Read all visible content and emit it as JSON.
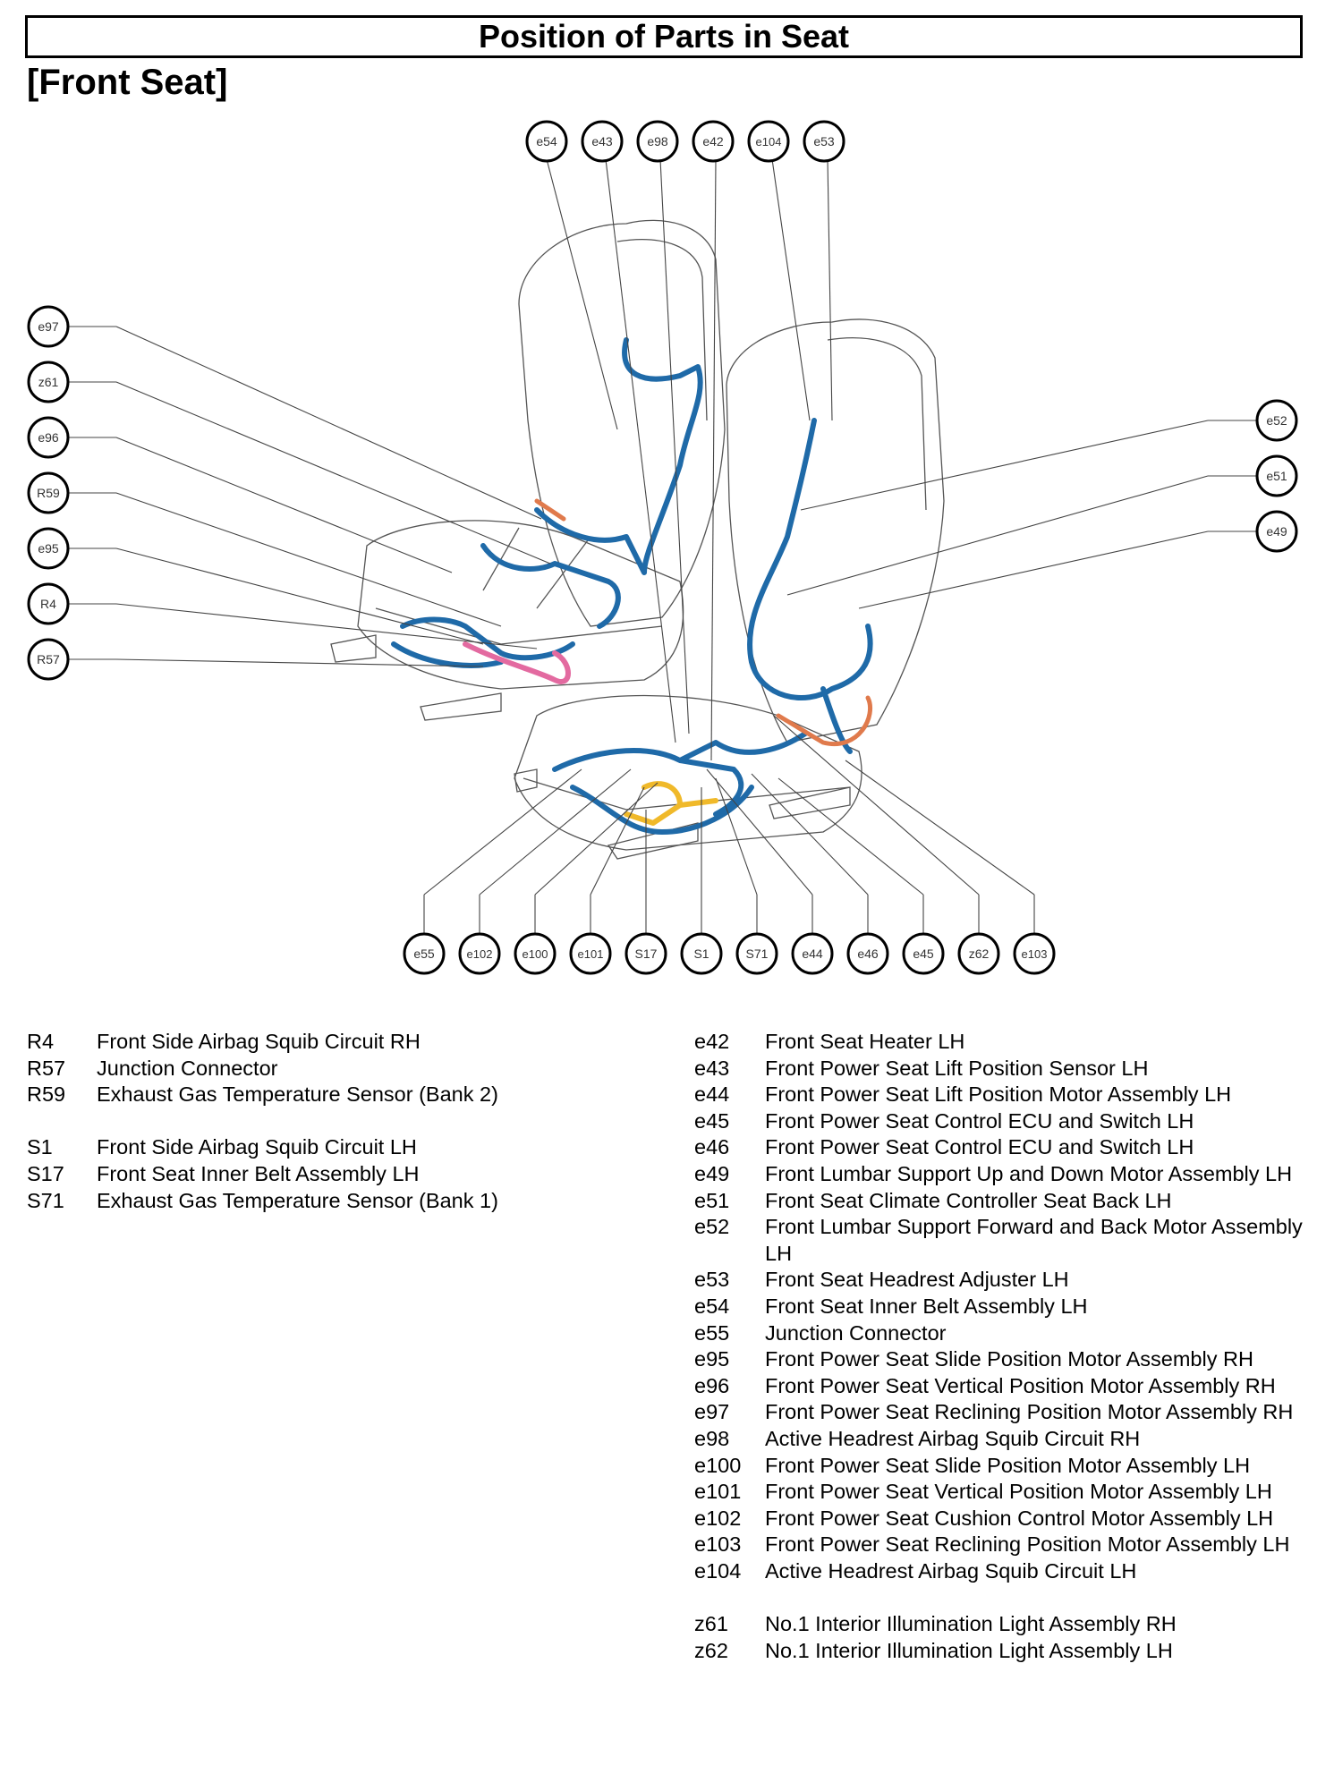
{
  "title": "Position of Parts in Seat",
  "subtitle": "[Front Seat]",
  "colors": {
    "harness_main": "#1f6aa8",
    "harness_airbag": "#e36aa0",
    "harness_orange": "#e07a4c",
    "harness_yellow": "#f0b92a",
    "outline": "#555555"
  },
  "callouts": {
    "top": [
      "e54",
      "e43",
      "e98",
      "e42",
      "e104",
      "e53"
    ],
    "left": [
      "e97",
      "z61",
      "e96",
      "R59",
      "e95",
      "R4",
      "R57"
    ],
    "right": [
      "e52",
      "e51",
      "e49"
    ],
    "bottom": [
      "e55",
      "e102",
      "e100",
      "e101",
      "S17",
      "S1",
      "S71",
      "e44",
      "e46",
      "e45",
      "z62",
      "e103"
    ]
  },
  "legend_left": [
    {
      "code": "R4",
      "desc": "Front Side Airbag Squib Circuit RH"
    },
    {
      "code": "R57",
      "desc": "Junction Connector"
    },
    {
      "code": "R59",
      "desc": "Exhaust Gas Temperature Sensor (Bank 2)"
    },
    {
      "code": "",
      "desc": ""
    },
    {
      "code": "S1",
      "desc": "Front Side Airbag Squib Circuit LH"
    },
    {
      "code": "S17",
      "desc": "Front Seat Inner Belt Assembly LH"
    },
    {
      "code": "S71",
      "desc": "Exhaust Gas Temperature Sensor (Bank 1)"
    }
  ],
  "legend_right": [
    {
      "code": "e42",
      "desc": "Front Seat Heater LH"
    },
    {
      "code": "e43",
      "desc": "Front Power Seat Lift Position Sensor LH"
    },
    {
      "code": "e44",
      "desc": "Front Power Seat Lift Position Motor Assembly LH"
    },
    {
      "code": "e45",
      "desc": "Front Power Seat Control ECU and Switch LH"
    },
    {
      "code": "e46",
      "desc": "Front Power Seat Control ECU and Switch LH"
    },
    {
      "code": "e49",
      "desc": "Front Lumbar Support Up and Down Motor Assembly LH"
    },
    {
      "code": "e51",
      "desc": "Front Seat Climate Controller Seat Back LH"
    },
    {
      "code": "e52",
      "desc": "Front Lumbar Support Forward and Back Motor Assembly LH"
    },
    {
      "code": "e53",
      "desc": "Front Seat Headrest Adjuster LH"
    },
    {
      "code": "e54",
      "desc": "Front Seat Inner Belt Assembly LH"
    },
    {
      "code": "e55",
      "desc": "Junction Connector"
    },
    {
      "code": "e95",
      "desc": "Front Power Seat Slide Position Motor Assembly RH"
    },
    {
      "code": "e96",
      "desc": "Front Power Seat Vertical Position Motor Assembly RH"
    },
    {
      "code": "e97",
      "desc": "Front Power Seat Reclining Position Motor Assembly RH"
    },
    {
      "code": "e98",
      "desc": "Active Headrest Airbag Squib Circuit RH"
    },
    {
      "code": "e100",
      "desc": "Front Power Seat Slide Position Motor Assembly LH"
    },
    {
      "code": "e101",
      "desc": "Front Power Seat Vertical Position Motor Assembly LH"
    },
    {
      "code": "e102",
      "desc": "Front Power Seat Cushion Control Motor Assembly LH"
    },
    {
      "code": "e103",
      "desc": "Front Power Seat Reclining Position Motor Assembly LH"
    },
    {
      "code": "e104",
      "desc": "Active Headrest Airbag Squib Circuit LH"
    },
    {
      "code": "",
      "desc": ""
    },
    {
      "code": "z61",
      "desc": "No.1 Interior Illumination Light Assembly RH"
    },
    {
      "code": "z62",
      "desc": "No.1 Interior Illumination Light Assembly LH"
    }
  ]
}
